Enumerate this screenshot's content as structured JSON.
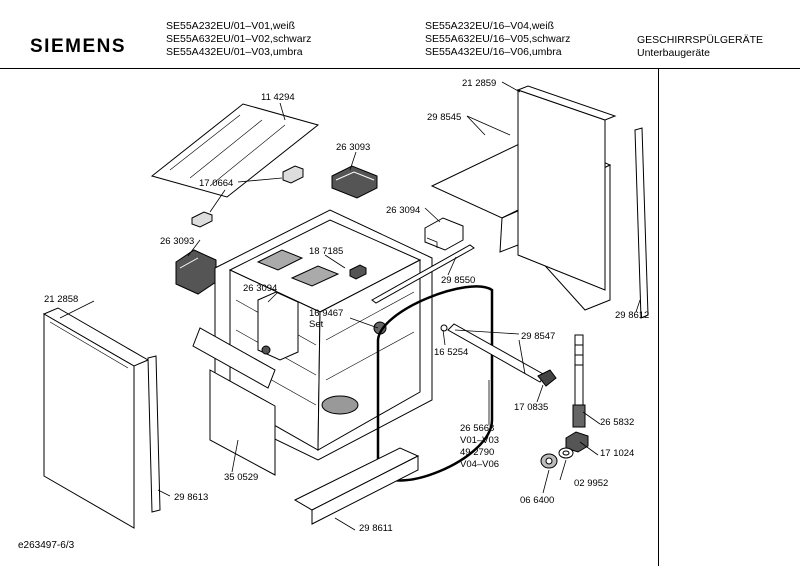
{
  "brand": "SIEMENS",
  "models_left": [
    "SE55A232EU/01–V01,weiß",
    "SE55A632EU/01–V02,schwarz",
    "SE55A432EU/01–V03,umbra"
  ],
  "models_right": [
    "SE55A232EU/16–V04,weiß",
    "SE55A632EU/16–V05,schwarz",
    "SE55A432EU/16–V06,umbra"
  ],
  "category": [
    "GESCHIRRSPÜLGERÄTE",
    "Unterbaugeräte"
  ],
  "footer": "e263497-6/3",
  "parts": {
    "p114294": "11 4294",
    "p263093a": "26 3093",
    "p170664": "17 0664",
    "p263094a": "26 3094",
    "p263093b": "26 3093",
    "p187185": "18 7185",
    "p212858": "21 2858",
    "p263094b": "26 3094",
    "p169467": "16 9467",
    "set": "Set",
    "p212859": "21 2859",
    "p298545": "29 8545",
    "p298550": "29 8550",
    "p298547": "29 8547",
    "p165254": "16 5254",
    "p298612": "29 8612",
    "p170835": "17 0835",
    "p265832": "26 5832",
    "p265668": "26 5668",
    "v0103": "V01–V03",
    "p492790": "49 2790",
    "v0406": "V04–V06",
    "p171024": "17 1024",
    "p029952": "02 9952",
    "p066400": "06 6400",
    "p350529": "35 0529",
    "p298613": "29 8613",
    "p298611": "29 8611"
  }
}
